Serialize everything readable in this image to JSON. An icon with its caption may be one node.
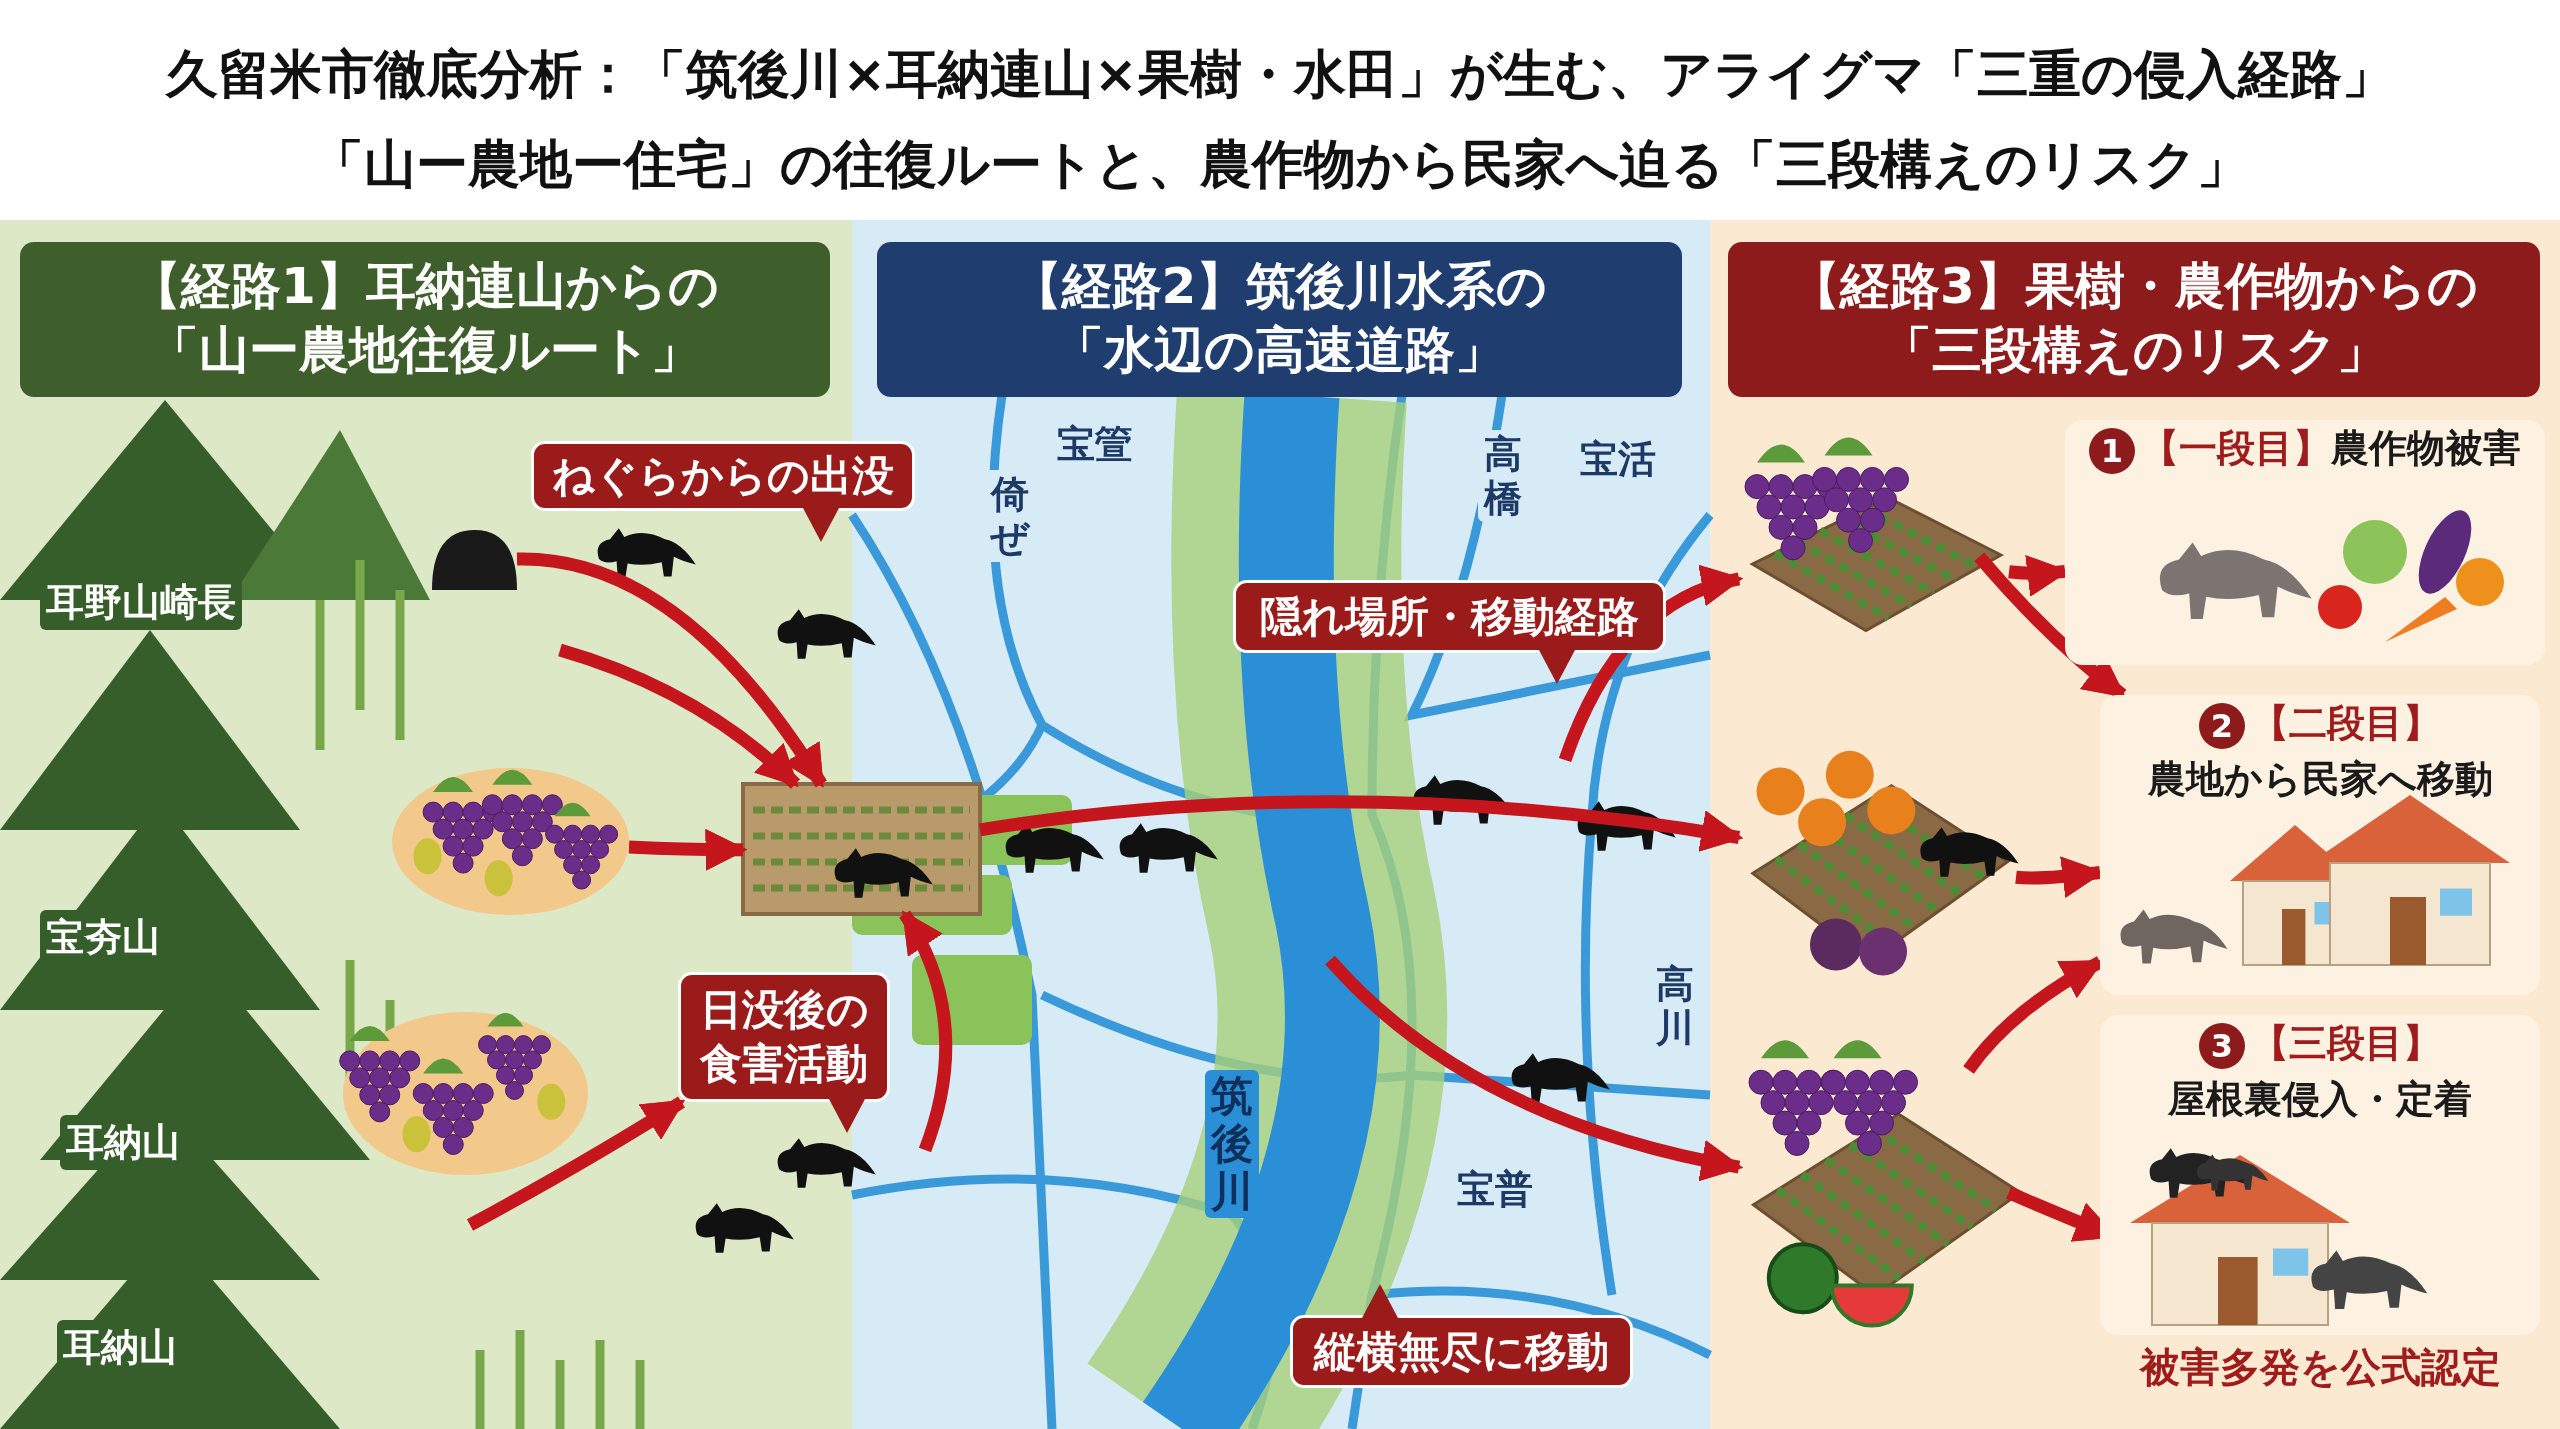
{
  "diagram": {
    "title": "久留米市徹底分析：「筑後川×耳納連山×果樹・水田」が生む、アライグマ「三重の侵入経路」",
    "caption": "「山ー農地ー住宅」の往復ルートと、農作物から民家へ迫る「三段構えのリスク」",
    "nodes": [
      {
        "text": [
          "【経路1】耳納連山からの「山ー農地往復ルート」"
        ]
      },
      {
        "text": [
          "【経路2】筑後川水系の「水辺の高速道路」"
        ]
      },
      {
        "text": [
          "【経路3】果樹・農作物からの「三段構えのリスク」"
        ]
      },
      {
        "text": [],
        "shape": "picture",
        "in": 0
      },
      {
        "text": [],
        "shape": "picture",
        "in": 0
      },
      {
        "text": [],
        "shape": "picture",
        "in": 0
      },
      {
        "text": [],
        "shape": "picture"
      },
      {
        "text": [],
        "shape": "picture",
        "in": 2
      },
      {
        "text": [],
        "shape": "picture",
        "in": 2
      },
      {
        "text": [],
        "shape": "picture",
        "in": 2
      },
      {
        "text": [
          "1",
          "【一段目】",
          "農作物被害"
        ],
        "in": 2
      },
      {
        "text": [
          "2",
          "【二段目】",
          "農地から民家へ移動"
        ],
        "in": 2
      },
      {
        "text": [
          "3",
          "【三段目】",
          "屋根裏侵入・定着"
        ],
        "beside": [
          "被害多発を公式認定"
        ],
        "in": 2
      },
      {
        "text": [
          "ねぐらからの出没"
        ]
      },
      {
        "text": [
          "日没後の食害活動"
        ]
      },
      {
        "text": [
          "隠れ場所・移動経路"
        ],
        "in": 1
      },
      {
        "text": [
          "縦横無尽に移動"
        ],
        "in": 1
      }
    ],
    "edges": [
      {
        "from": 3,
        "to": 6,
        "arrow": "to"
      },
      {
        "from": null,
        "to": 6,
        "arrow": "to"
      },
      {
        "from": 4,
        "to": 6,
        "arrow": "to"
      },
      {
        "from": null,
        "to": 14,
        "arrow": "to"
      },
      {
        "from": null,
        "to": 6,
        "arrow": "to"
      },
      {
        "from": 6,
        "to": 8,
        "arrow": "to"
      },
      {
        "from": null,
        "to": 7,
        "arrow": "to"
      },
      {
        "from": null,
        "to": 9,
        "arrow": "to"
      },
      {
        "from": 7,
        "to": 10,
        "arrow": "to"
      },
      {
        "from": 7,
        "to": 11,
        "arrow": "to"
      },
      {
        "from": 8,
        "to": 11,
        "arrow": "to"
      },
      {
        "from": 9,
        "to": 11,
        "arrow": "to"
      },
      {
        "from": 9,
        "to": 12,
        "arrow": "to"
      }
    ],
    "labels": [
      "耳野山崎長",
      "宝夯山",
      "耳納山",
      "耳納山",
      "宝箮",
      "倚ぜ",
      "高橋",
      "宝活",
      "高川",
      "宝普",
      "筑後川"
    ]
  }
}
